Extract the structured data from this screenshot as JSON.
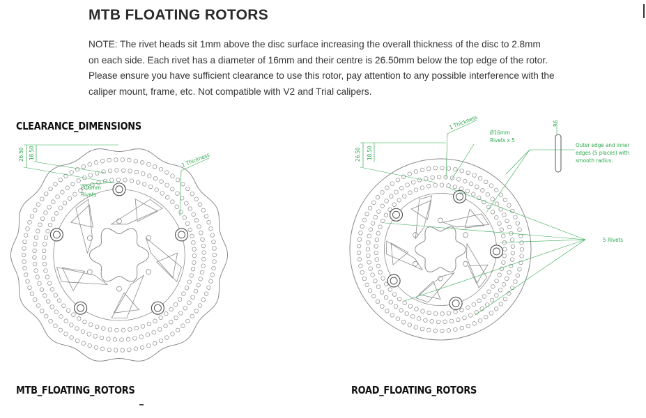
{
  "title": "MTB FLOATING ROTORS",
  "note": [
    "NOTE: The rivet heads sit 1mm above the disc surface increasing the overall thickness of the disc to 2.8mm",
    "on each side. Each rivet has a diameter of 16mm and their centre is 26.50mm below the top edge of the rotor.",
    "Please ensure you have sufficient clearance to use this rotor, pay attention to any possible interference with the",
    "caliper mount, frame, etc. Not compatible with V2 and Trial calipers."
  ],
  "headings": {
    "clearance": "CLEARANCE_DIMENSIONS",
    "mtb": "MTB_FLOATING_ROTORS",
    "road": "ROAD_FLOATING_ROTORS"
  },
  "annotations": {
    "left": {
      "dim1": "26.50",
      "dim2": "18.50",
      "thickness": "1 Thickness",
      "rivet_dia": "Ø16mm",
      "rivets": "Rivets"
    },
    "right": {
      "dim1": "26.50",
      "dim2": "18.50",
      "thickness": "1 Thickness",
      "rivet_dia": "Ø16mm",
      "rivets": "Rivets x 5",
      "r_label": "R6",
      "edge_line1": "Outer edge and inner",
      "edge_line2": "edges (5 places) with",
      "edge_line3": "smooth radius.",
      "five_rivets": "5 Rivets"
    }
  },
  "colors": {
    "annotation": "#2aa84a",
    "drawing": "#8a8a8a"
  }
}
